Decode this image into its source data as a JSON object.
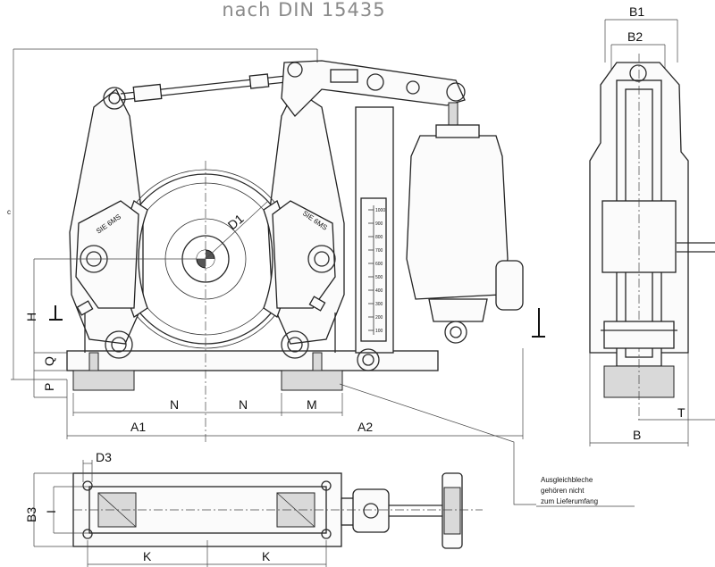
{
  "title": "nach DIN 15435",
  "dimensions": {
    "B1": "B1",
    "B2": "B2",
    "B": "B",
    "T": "T",
    "D1": "D1",
    "D3": "D3",
    "H": "H",
    "Q": "Q",
    "P": "P",
    "C": "c",
    "N_left": "N",
    "N_right": "N",
    "M": "M",
    "A1": "A1",
    "A2": "A2",
    "B3": "B3",
    "I": "I",
    "K_left": "K",
    "K_right": "K"
  },
  "plate_labels": {
    "left": "SIE 6MS",
    "right": "SIE 6MS"
  },
  "note": {
    "line1": "Ausgleichbleche",
    "line2": "gehören nicht",
    "line3": "zum Lieferumfang"
  },
  "scale_marks": [
    "1000",
    "900",
    "800",
    "700",
    "600",
    "500",
    "400",
    "300",
    "200",
    "100"
  ]
}
